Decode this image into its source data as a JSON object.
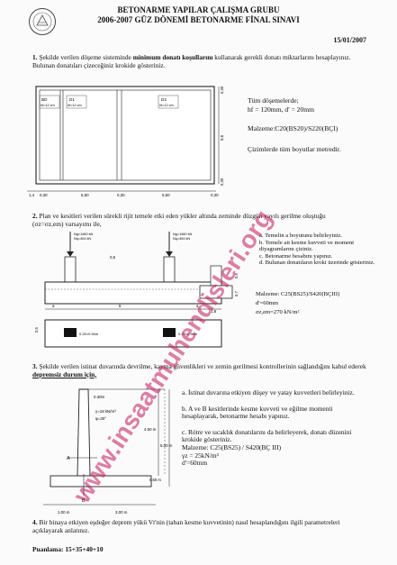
{
  "header": {
    "title": "BETONARME YAPILAR ÇALIŞMA GRUBU",
    "subtitle": "2006-2007 GÜZ DÖNEMİ BETONARME FİNAL SINAVI",
    "date": "15/01/2007"
  },
  "q1": {
    "number": "1.",
    "text_a": "Şekilde verilen döşeme sisteminde",
    "text_bold": "minimum donatı koşullarını",
    "text_b": "kullanarak gerekli donatı miktarlarını hesaplayınız. Bulunan donatıları çizeceğiniz krokide gösteriniz.",
    "note_header": "Tüm döşemelerde;",
    "note_dims": "hf = 120mm,   d' = 20mm",
    "material": "Malzeme:C20(BS20)/S220(BÇI)",
    "units_note": "Çizimlerde tüm boyutlar metredir.",
    "slabs": [
      "D1",
      "D2",
      "BD"
    ],
    "slab_h": "hf=12 cm",
    "dims_bottom": [
      "1,4",
      "0,30",
      "5,50",
      "0,30",
      "5,50",
      "0,30"
    ],
    "dims_right": [
      "0,30",
      "5,5",
      "0,30"
    ]
  },
  "q2": {
    "number": "2.",
    "text": "Plan ve kesitleri verilen sürekli rijit temele etki eden yükler altında zeminde düzgün yayılı gerilme oluştuğu (σz=σz,em) varsayımı ile,",
    "items": [
      "a. Temelin a boyutunu belirleyiniz.",
      "b. Temele ait kesme kuvveti ve moment diyagramlarını çiziniz.",
      "c. Betonarme hesabını yapınız.",
      "d. Bulunan donatıların kroki üzerinde gösteriniz."
    ],
    "material": "Malzeme: C25(BS25)/S420(BÇIII)",
    "d_prime": "d'=60mm",
    "sigma": "σz,em=270 kN/m²",
    "loads": [
      "Ng=1460 kN",
      "Nq=404 kN"
    ],
    "dims": [
      "0,5",
      "a",
      "5",
      "a",
      "1,8",
      "0,5",
      "0,7",
      "0,5"
    ],
    "col_labels": [
      "0.25×0.50m",
      "0.25×0.50m"
    ]
  },
  "q3": {
    "number": "3.",
    "text_a": "Şekilde verilen istinat duvarında devrilme, kayma güvenlikleri ve zemin gerilmesi kontrollerinin sağlandığını kabul ederek",
    "text_bold": "depremsiz durum için,",
    "items": [
      "a. İstinat duvarına etkiyen düşey ve yatay kuvvetleri belirleyiniz.",
      "b. A ve B kesitlerinde kesme kuvveti ve eğilme momenti hesaplayarak, betonarme hesabı yapınız.",
      "c. Rötre ve sıcaklık donatılarını da belirleyerek, donatı düzenini krokide gösteriniz."
    ],
    "material": "Malzeme: C25(BS25) / S420(BÇ III)",
    "gamma": "γz = 25kN/m³",
    "d_prime": "d'=60mm",
    "wall_labels": [
      "A",
      "B",
      "0.30m",
      "γ=18 kN/m³",
      "φ=30°",
      "4.50 m",
      "5.00 m",
      "0.50 m",
      "1.00 m",
      "3.00 m"
    ]
  },
  "q4": {
    "number": "4.",
    "text": "Bir binaya etkiyen eşdeğer deprem yükü Vt'nin (taban kesme kuvvetinin) nasıl hesaplandığını ilgili parametreleri açıklayarak anlatınız."
  },
  "footer": {
    "scoring": "Puanlama: 15+35+40+10"
  },
  "watermark": "www.insaatmuhendisleri.org"
}
